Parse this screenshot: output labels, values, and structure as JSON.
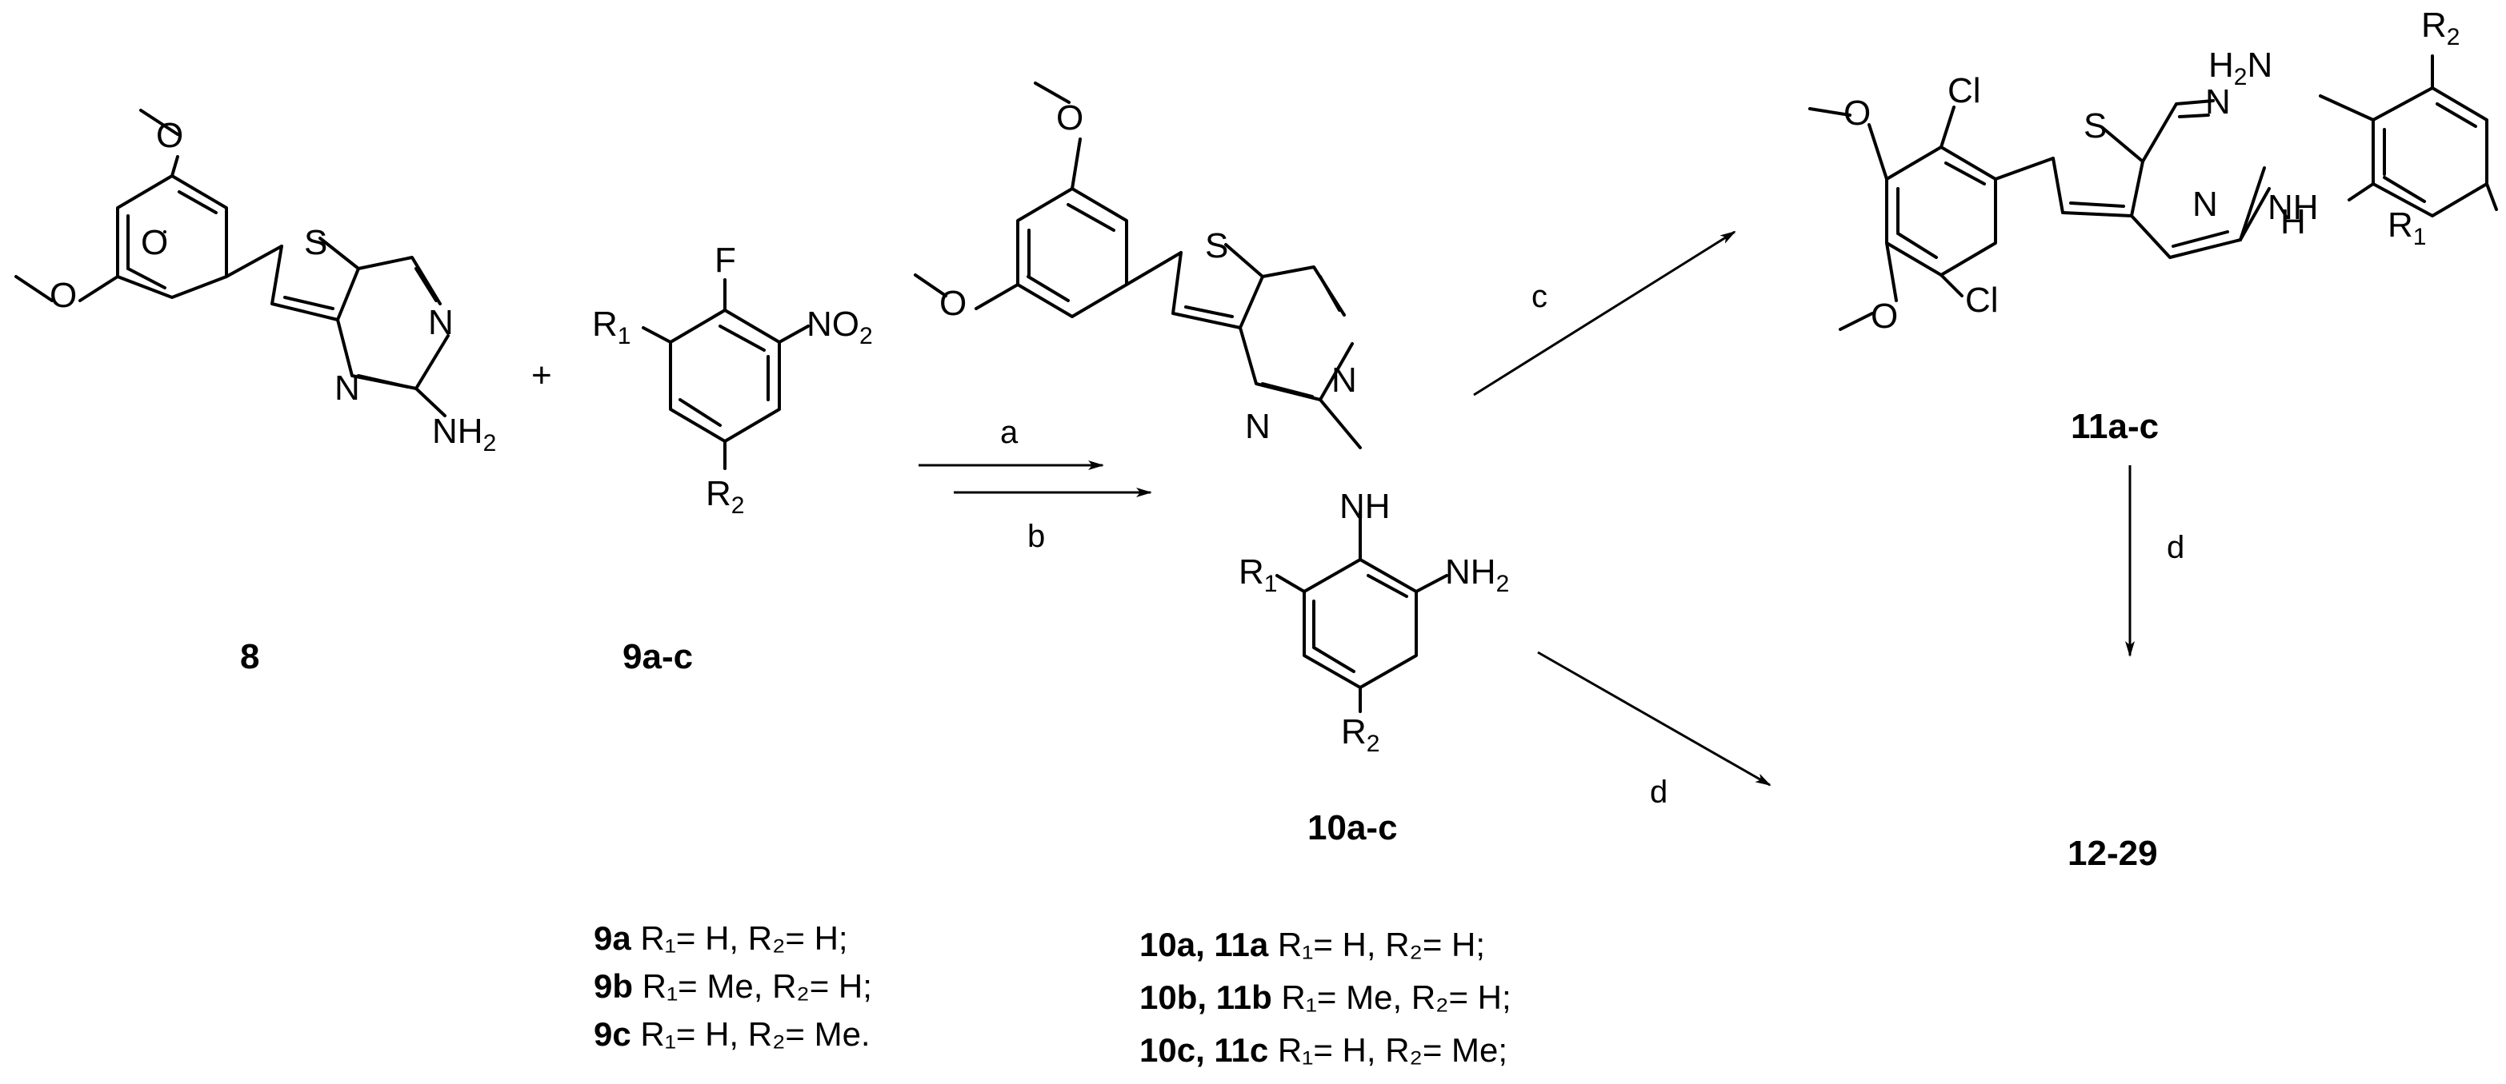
{
  "compounds": {
    "c8": "8",
    "c9": "9a-c",
    "c10": "10a-c",
    "c11": "11a-c",
    "c12": "12-29"
  },
  "plus": "+",
  "conditions": {
    "a": "a",
    "b": "b",
    "c": "c",
    "d1": "d",
    "d2": "d"
  },
  "legend9": [
    {
      "id": "9a",
      "text": " R₁= H, R₂= H;"
    },
    {
      "id": "9b",
      "text": " R₁= Me, R₂= H;"
    },
    {
      "id": "9c",
      "text": " R₁= H, R₂= Me."
    }
  ],
  "legend10": [
    {
      "id": "10a, 11a",
      "text": " R₁= H, R₂= H;"
    },
    {
      "id": "10b, 11b",
      "text": " R₁= Me, R₂= H;"
    },
    {
      "id": "10c, 11c",
      "text": " R₁= H, R₂= Me;"
    }
  ]
}
